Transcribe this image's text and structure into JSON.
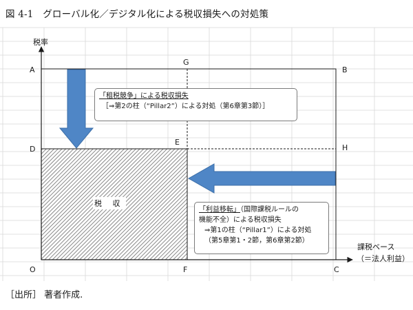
{
  "figure": {
    "title": "図 4-1　グローバル化／デジタル化による税収損失への対処策",
    "source_note": "［出所］ 著者作成."
  },
  "axes": {
    "y_label": "税率",
    "x_label_line1": "課税ベース",
    "x_label_line2": "（＝法人利益）"
  },
  "points": {
    "A": "A",
    "B": "B",
    "C": "C",
    "D": "D",
    "E": "E",
    "F": "F",
    "G": "G",
    "H": "H",
    "O": "O"
  },
  "tax_revenue_label": "税 収",
  "callouts": {
    "base_erosion": {
      "title": "「租税競争」による税収損失",
      "detail": "［⇒第2の柱（“Pillar2”）による対処（第6章第3節）］"
    },
    "profit_shifting": {
      "title_quoted": "「利益移転」",
      "title_rest": "（国際課税ルールの",
      "line2": "機能不全）による税収損失",
      "line3": "⇒第1の柱（“Pillar1”）による対処",
      "line4": "（第5章第1・2節，第6章第2節）"
    }
  },
  "colors": {
    "arrow_fill": "#4f86c6",
    "arrow_stroke": "#3d6fa8",
    "grid": "#d8d8d8",
    "axis": "#1a1a1a",
    "box_outline": "#1a1a1a"
  }
}
